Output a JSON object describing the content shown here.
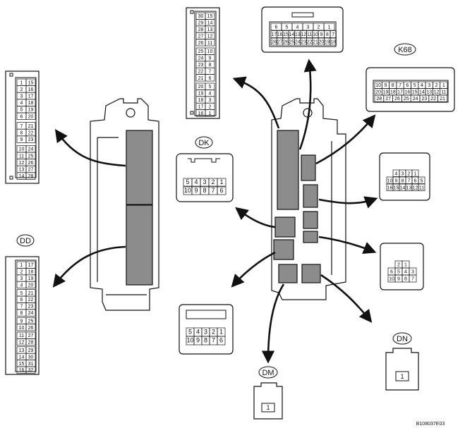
{
  "labels": {
    "dk": "DK",
    "dd": "DD",
    "k68": "K68",
    "dm": "DM",
    "dn": "DN",
    "code": "B108037E03"
  },
  "conn_left_top": {
    "rows": [
      [
        "1",
        "15"
      ],
      [
        "2",
        "16"
      ],
      [
        "3",
        "17"
      ],
      [
        "4",
        "18"
      ],
      [
        "5",
        "19"
      ],
      [
        "6",
        "20"
      ],
      [
        "7",
        "21"
      ],
      [
        "8",
        "22"
      ],
      [
        "9",
        "23"
      ],
      [
        "10",
        "24"
      ],
      [
        "11",
        "25"
      ],
      [
        "12",
        "26"
      ],
      [
        "13",
        "27"
      ],
      [
        "14",
        "28"
      ]
    ]
  },
  "conn_dd": {
    "rows": [
      [
        "1",
        "17"
      ],
      [
        "2",
        "18"
      ],
      [
        "3",
        "19"
      ],
      [
        "4",
        "20"
      ],
      [
        "5",
        "21"
      ],
      [
        "6",
        "22"
      ],
      [
        "7",
        "23"
      ],
      [
        "8",
        "24"
      ],
      [
        "9",
        "25"
      ],
      [
        "10",
        "26"
      ],
      [
        "11",
        "27"
      ],
      [
        "12",
        "28"
      ],
      [
        "13",
        "29"
      ],
      [
        "14",
        "30"
      ],
      [
        "15",
        "31"
      ],
      [
        "16",
        "32"
      ]
    ]
  },
  "conn_top_center": {
    "rows": [
      [
        "30",
        "15"
      ],
      [
        "29",
        "14"
      ],
      [
        "28",
        "13"
      ],
      [
        "27",
        "12"
      ],
      [
        "26",
        "11"
      ],
      [
        "25",
        "10"
      ],
      [
        "24",
        "9"
      ],
      [
        "23",
        "8"
      ],
      [
        "22",
        "7"
      ],
      [
        "21",
        "6"
      ],
      [
        "20",
        "5"
      ],
      [
        "19",
        "4"
      ],
      [
        "18",
        "3"
      ],
      [
        "17",
        "2"
      ],
      [
        "16",
        "1"
      ]
    ]
  },
  "conn_top_right": {
    "row1": [
      "6",
      "5",
      "4",
      "3",
      "2",
      "1"
    ],
    "row2": [
      "17",
      "16",
      "15",
      "14",
      "13",
      "12",
      "11",
      "10",
      "9",
      "8",
      "7"
    ],
    "row3": [
      "28",
      "27",
      "26",
      "25",
      "24",
      "23",
      "22",
      "21",
      "20",
      "19",
      "18"
    ]
  },
  "conn_k68": {
    "row1": [
      "10",
      "9",
      "8",
      "7",
      "6",
      "5",
      "4",
      "3",
      "2",
      "1"
    ],
    "row2": [
      "20",
      "19",
      "18",
      "17",
      "16",
      "15",
      "14",
      "13",
      "12",
      "11"
    ],
    "row3": [
      "28",
      "27",
      "26",
      "25",
      "24",
      "23",
      "22",
      "21"
    ]
  },
  "conn_dk": {
    "row1": [
      "5",
      "4",
      "3",
      "2",
      "1"
    ],
    "row2": [
      "10",
      "9",
      "8",
      "7",
      "6"
    ]
  },
  "conn_mid_right": {
    "row1": [
      "4",
      "3",
      "2",
      "1"
    ],
    "row2": [
      "10",
      "9",
      "8",
      "7",
      "6",
      "5"
    ],
    "row3": [
      "16",
      "15",
      "14",
      "13",
      "12",
      "11"
    ]
  },
  "conn_small_right": {
    "row1": [
      "2",
      "1"
    ],
    "row2": [
      "6",
      "5",
      "4",
      "3"
    ],
    "row3": [
      "10",
      "9",
      "8",
      "7"
    ]
  },
  "conn_bottom_center": {
    "row1": [
      "5",
      "4",
      "3",
      "2",
      "1"
    ],
    "row2": [
      "10",
      "9",
      "8",
      "7",
      "6"
    ]
  },
  "conn_dm": {
    "pin": "1"
  },
  "conn_dn": {
    "pin": "1"
  },
  "colors": {
    "stroke": "#111111",
    "fill_dark": "#8c8c8c",
    "fill_bg": "#ffffff"
  }
}
